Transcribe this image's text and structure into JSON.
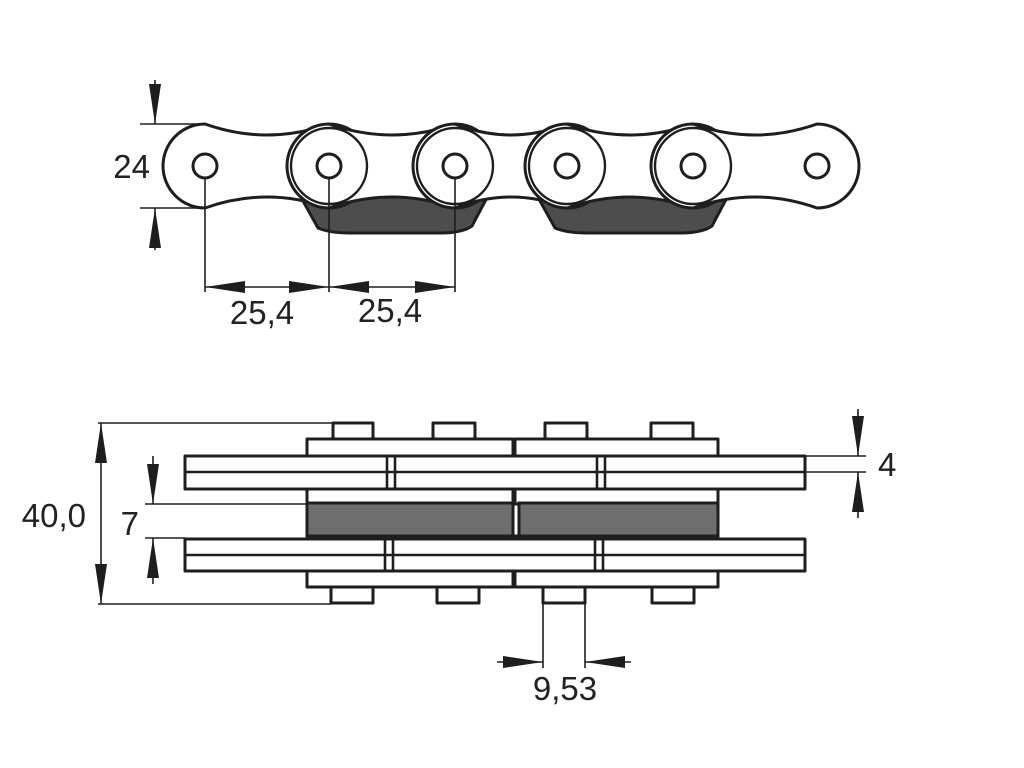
{
  "top_view": {
    "height_label": "24",
    "pitch_label_1": "25,4",
    "pitch_label_2": "25,4"
  },
  "side_view": {
    "width_label": "40,0",
    "inner_width_label": "7",
    "plate_thickness_label": "4",
    "pin_diameter_label": "9,53"
  },
  "colors": {
    "line": "#1e1e1e",
    "top_plate_fill": "#4d4d4d",
    "bar_fill": "#6e6e6e",
    "background": "#ffffff"
  }
}
